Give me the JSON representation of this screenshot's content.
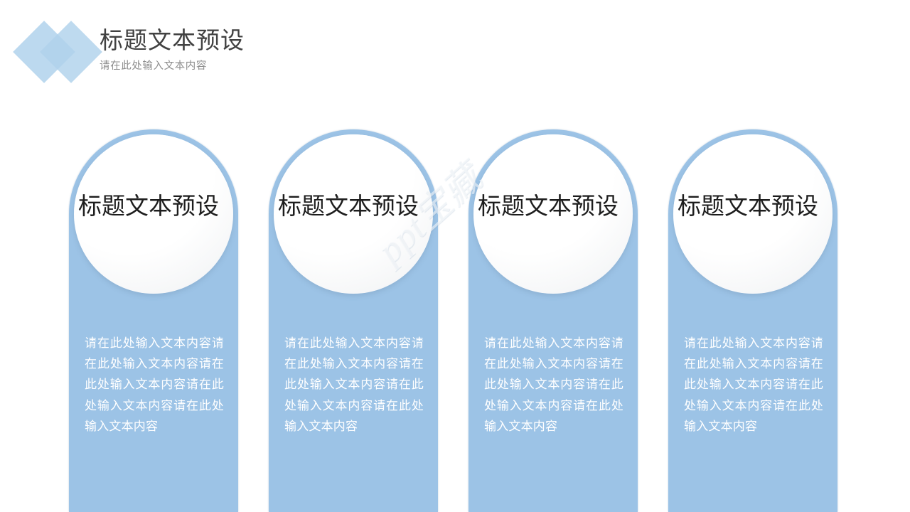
{
  "header": {
    "title": "标题文本预设",
    "subtitle": "请在此处输入文本内容",
    "logo_icon": "double-diamond-icon"
  },
  "watermark": {
    "text": "ppt宝藏"
  },
  "theme": {
    "accent_blue": "#9CC3E6",
    "logo_blue_back": "#BCD9EF",
    "logo_blue_front": "#B0D2EC",
    "title_gray": "#414141",
    "subtitle_gray": "#8E8E8E",
    "card_title_black": "#1D1D1D",
    "card_body_white": "#FFFFFF",
    "background": "#FFFFFF"
  },
  "cards": [
    {
      "title": "标题文本预设",
      "body": "请在此处输入文本内容请在此处输入文本内容请在此处输入文本内容请在此处输入文本内容请在此处输入文本内容"
    },
    {
      "title": "标题文本预设",
      "body": "请在此处输入文本内容请在此处输入文本内容请在此处输入文本内容请在此处输入文本内容请在此处输入文本内容"
    },
    {
      "title": "标题文本预设",
      "body": "请在此处输入文本内容请在此处输入文本内容请在此处输入文本内容请在此处输入文本内容请在此处输入文本内容"
    },
    {
      "title": "标题文本预设",
      "body": "请在此处输入文本内容请在此处输入文本内容请在此处输入文本内容请在此处输入文本内容请在此处输入文本内容"
    }
  ]
}
